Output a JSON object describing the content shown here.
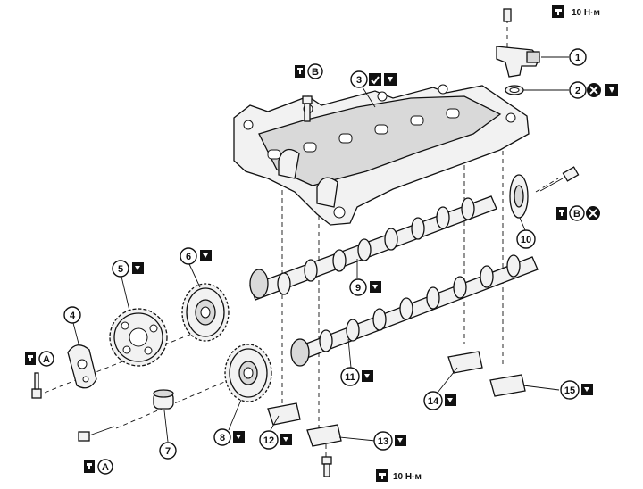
{
  "callouts": [
    {
      "num": "1"
    },
    {
      "num": "2"
    },
    {
      "num": "3"
    },
    {
      "num": "4"
    },
    {
      "num": "5"
    },
    {
      "num": "6"
    },
    {
      "num": "7"
    },
    {
      "num": "8"
    },
    {
      "num": "9"
    },
    {
      "num": "10"
    },
    {
      "num": "11"
    },
    {
      "num": "12"
    },
    {
      "num": "13"
    },
    {
      "num": "14"
    },
    {
      "num": "15"
    }
  ],
  "torque_labels": {
    "top": "10 Н·м",
    "bottom": "10 Н·м"
  },
  "ref_letters": {
    "a": "A",
    "b": "B"
  },
  "icons": {
    "torque": "torque-wrench-icon",
    "replace": "do-not-reuse-x-icon",
    "oil": "apply-oil-icon",
    "check": "inspect-icon"
  }
}
